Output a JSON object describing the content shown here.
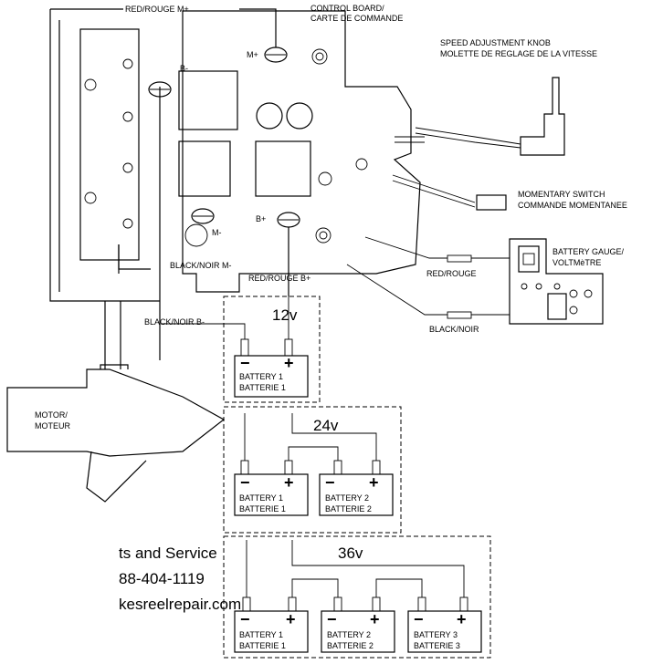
{
  "labels": {
    "red_m_plus": "RED/ROUGE M+",
    "control_board_line1": "CONTROL BOARD/",
    "control_board_line2": "CARTE DE COMMANDE",
    "m_plus": "M+",
    "b_minus": "B-",
    "m_minus": "M-",
    "b_plus": "B+",
    "speed_knob_line1": "SPEED ADJUSTMENT  KNOB",
    "speed_knob_line2": "MOLETTE DE REGLAGE DE LA VITESSE",
    "momentary_line1": "MOMENTARY SWITCH",
    "momentary_line2": "COMMANDE MOMENTANEE",
    "battery_gauge_line1": "BATTERY GAUGE/",
    "battery_gauge_line2": "VOLTMèTRE",
    "black_noir_m_minus": "BLACK/NOIR M-",
    "red_rouge_b_plus": "RED/ROUGE B+",
    "red_rouge": "RED/ROUGE",
    "black_noir": "BLACK/NOIR",
    "black_noir_b_minus": "BLACK/NOIR B-",
    "motor_line1": "MOTOR/",
    "motor_line2": "MOTEUR"
  },
  "configs": [
    {
      "voltage": "12v",
      "batteries": [
        {
          "line1": "BATTERY 1",
          "line2": "BATTERIE 1"
        }
      ]
    },
    {
      "voltage": "24v",
      "batteries": [
        {
          "line1": "BATTERY 1",
          "line2": "BATTERIE 1"
        },
        {
          "line1": "BATTERY 2",
          "line2": "BATTERIE 2"
        }
      ]
    },
    {
      "voltage": "36v",
      "batteries": [
        {
          "line1": "BATTERY 1",
          "line2": "BATTERIE 1"
        },
        {
          "line1": "BATTERY 2",
          "line2": "BATTERIE 2"
        },
        {
          "line1": "BATTERY 3",
          "line2": "BATTERIE 3"
        }
      ]
    }
  ],
  "terminal_signs": {
    "negative": "−",
    "positive": "+"
  },
  "service": {
    "line1": "ts and Service",
    "line2": "88-404-1119",
    "line3": "kesreelrepair.com"
  }
}
